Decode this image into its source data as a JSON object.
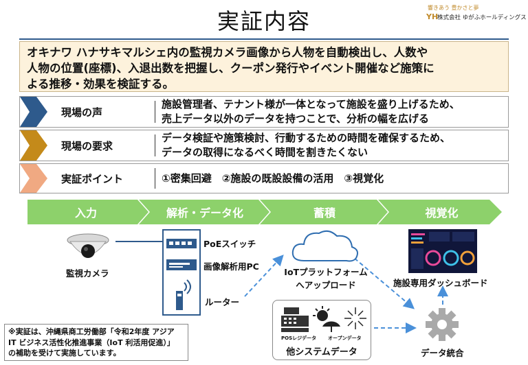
{
  "header": {
    "title": "実証内容",
    "logo_slogan": "響きあう 豊かさと夢",
    "logo_mark": "YH",
    "logo_company": "株式会社 ゆがふホールディングス"
  },
  "summary": {
    "line1": "オキナワ ハナサキマルシェ内の監視カメラ画像から人物を自動検出し、人数や",
    "line2": "人物の位置(座標)、入退出数を把握し、クーポン発行やイベント開催など施策に",
    "line3": "よる推移・効果を検証する。"
  },
  "rows": [
    {
      "label": "現場の声",
      "color": "#2e5a8c",
      "line1": "施設管理者、テナント様が一体となって施設を盛り上げるため、",
      "line2": "売上データ以外のデータを持つことで、分析の幅を広げる"
    },
    {
      "label": "現場の要求",
      "color": "#c48a1a",
      "line1": "データ検証や施策検討、行動するための時間を確保するため、",
      "line2": "データの取得になるべく時間を割きたくない"
    },
    {
      "label": "実証ポイント",
      "color": "#f0a982",
      "line1": "①密集回避　②施設の既設設備の活用　③視覚化",
      "line2": ""
    }
  ],
  "flow_stages": [
    "入力",
    "解析・データ化",
    "蓄積",
    "視覚化"
  ],
  "flow_color": "#8dd16b",
  "nodes": {
    "camera": "監視カメラ",
    "poe_switch": "PoEスイッチ",
    "analysis_pc": "画像解析用PC",
    "router": "ルーター",
    "iot_upload_line1": "IoTプラットフォーム",
    "iot_upload_line2": "へアップロード",
    "dashboard": "施設専用ダッシュボード",
    "data_integration": "データ統合",
    "other_systems": "他システムデータ",
    "pos_data": "POSレジデータ",
    "open_data": "オープンデータ"
  },
  "note": {
    "line1": "※実証は、沖縄県商工労働部「令和2年度 アジア",
    "line2": "IT ビジネス活性化推進事業（IoT 利活用促進）」",
    "line3": "の補助を受けて実施しています。"
  }
}
